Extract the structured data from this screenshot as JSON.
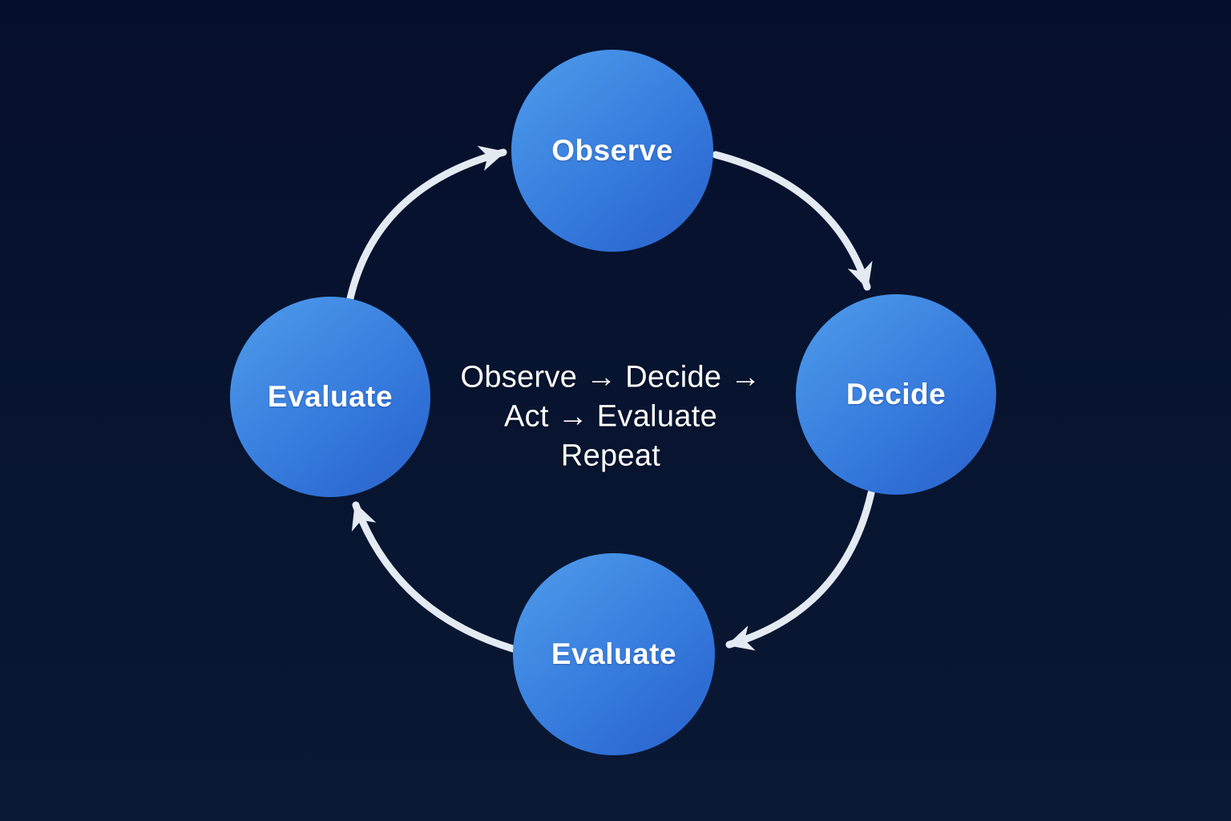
{
  "diagram": {
    "type": "cycle",
    "nodes": [
      {
        "id": "observe",
        "label": "Observe",
        "position": "top"
      },
      {
        "id": "decide",
        "label": "Decide",
        "position": "right"
      },
      {
        "id": "evaluate-bottom",
        "label": "Evaluate",
        "position": "bottom"
      },
      {
        "id": "evaluate-left",
        "label": "Evaluate",
        "position": "left"
      }
    ],
    "arrows": [
      {
        "from": "observe",
        "to": "decide",
        "direction": "clockwise"
      },
      {
        "from": "decide",
        "to": "evaluate-bottom",
        "direction": "clockwise"
      },
      {
        "from": "evaluate-bottom",
        "to": "evaluate-left",
        "direction": "clockwise"
      },
      {
        "from": "evaluate-left",
        "to": "observe",
        "direction": "clockwise"
      }
    ],
    "center_text": {
      "line1": "Observe → Decide →",
      "line2": "Act → Evaluate",
      "line3": "Repeat"
    },
    "colors": {
      "background": "#081530",
      "node_gradient_start": "#4f9ceb",
      "node_gradient_end": "#2a63c9",
      "arrow": "#e4eaf2",
      "text": "#ffffff"
    }
  }
}
